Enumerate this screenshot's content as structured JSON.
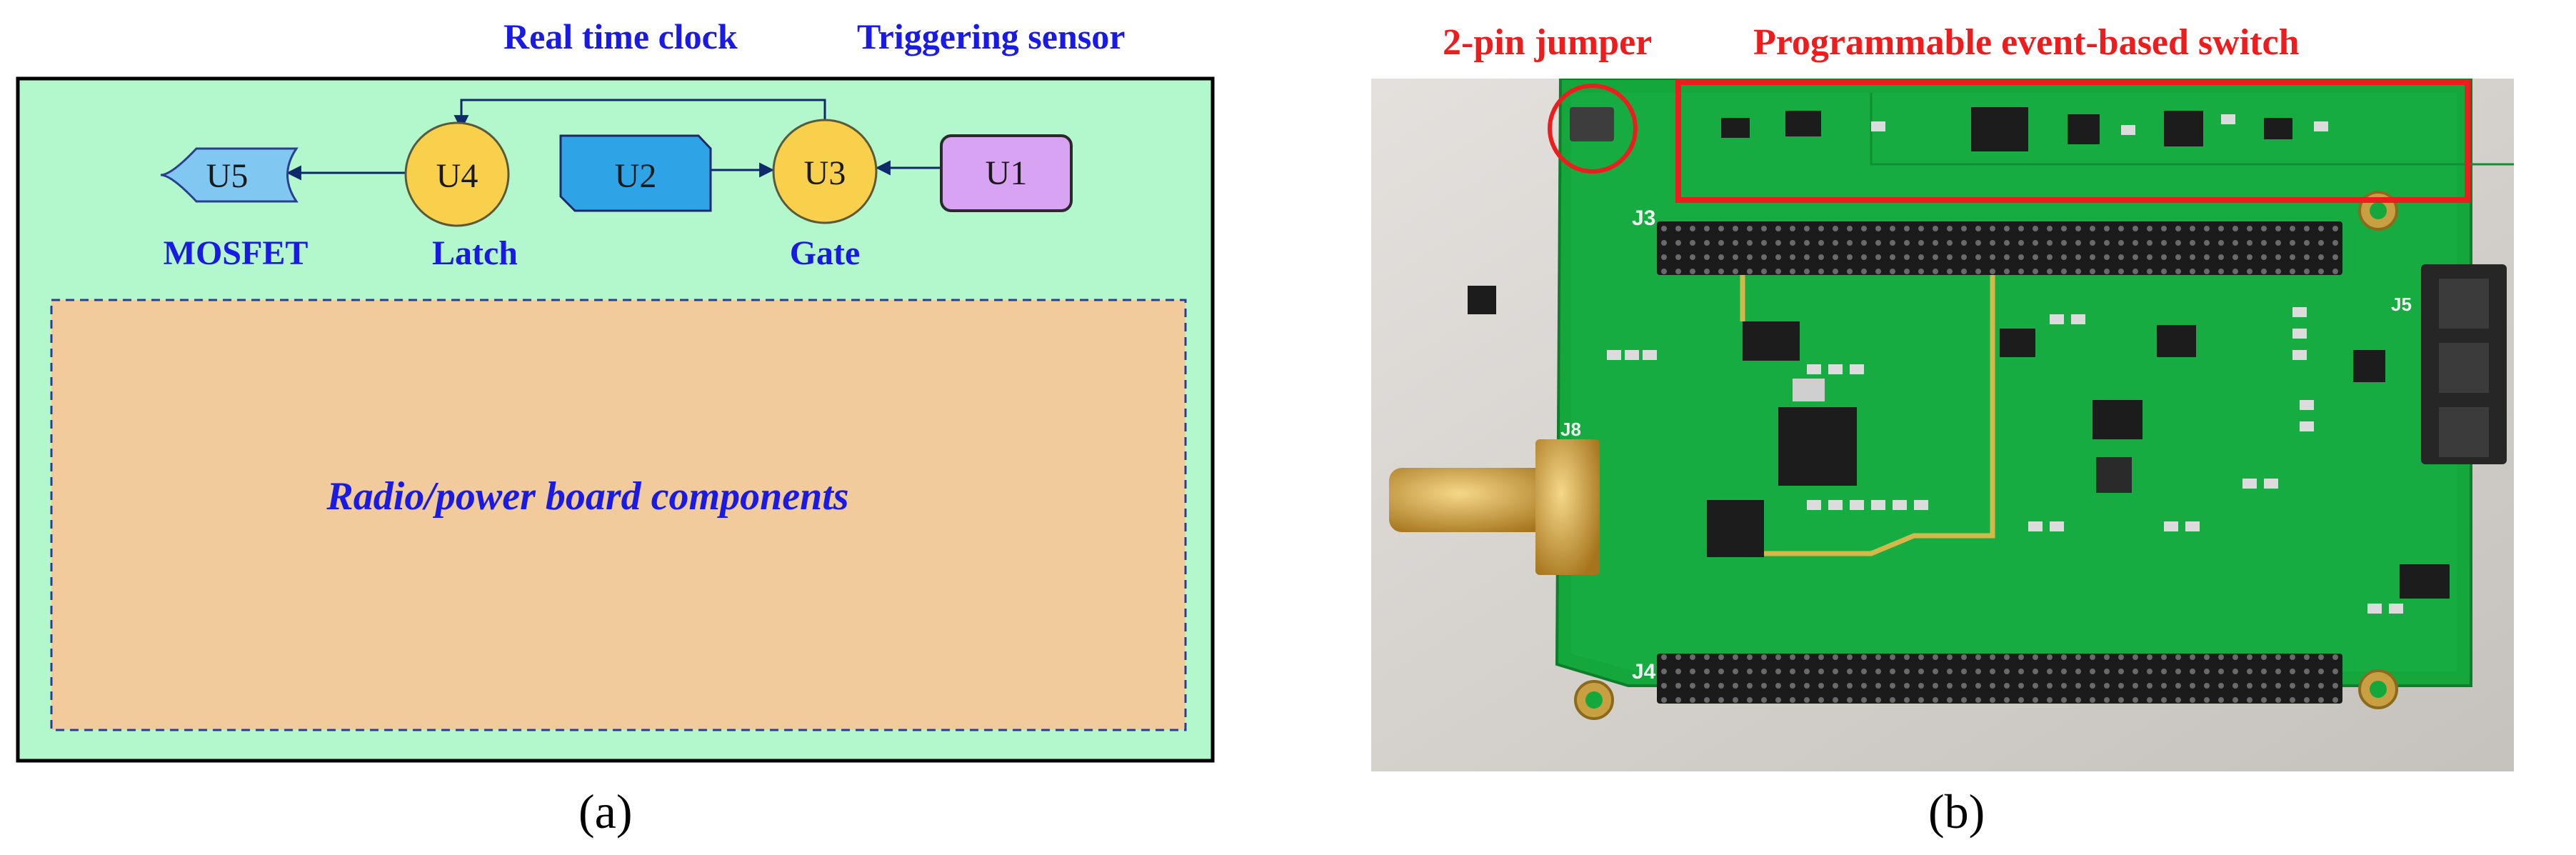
{
  "panel_a": {
    "top_labels": {
      "real_time_clock": "Real time clock",
      "triggering_sensor": "Triggering sensor"
    },
    "nodes": {
      "u5": "U5",
      "u4": "U4",
      "u2": "U2",
      "u3": "U3",
      "u1": "U1"
    },
    "node_labels": {
      "mosfet": "MOSFET",
      "latch": "Latch",
      "gate": "Gate"
    },
    "region_label": "Radio/power board components",
    "caption": "(a)",
    "colors": {
      "board_bg": "#b3f7cc",
      "region_fill": "#f1cb9c",
      "u5_fill": "#80c8f2",
      "circle_fill": "#f9d04c",
      "u2_fill": "#2ea3e6",
      "u1_fill": "#d8a3f2",
      "label": "#1a1ae6"
    }
  },
  "panel_b": {
    "labels": {
      "jumper": "2-pin jumper",
      "switch": "Programmable  event-based switch"
    },
    "connector_labels": {
      "j3": "J3",
      "j4": "J4",
      "j5": "J5",
      "j8": "J8"
    },
    "caption": "(b)",
    "colors": {
      "pcb_green": "#14a83c",
      "highlight": "#ee1c1c",
      "background": "#d8d4d0"
    }
  }
}
